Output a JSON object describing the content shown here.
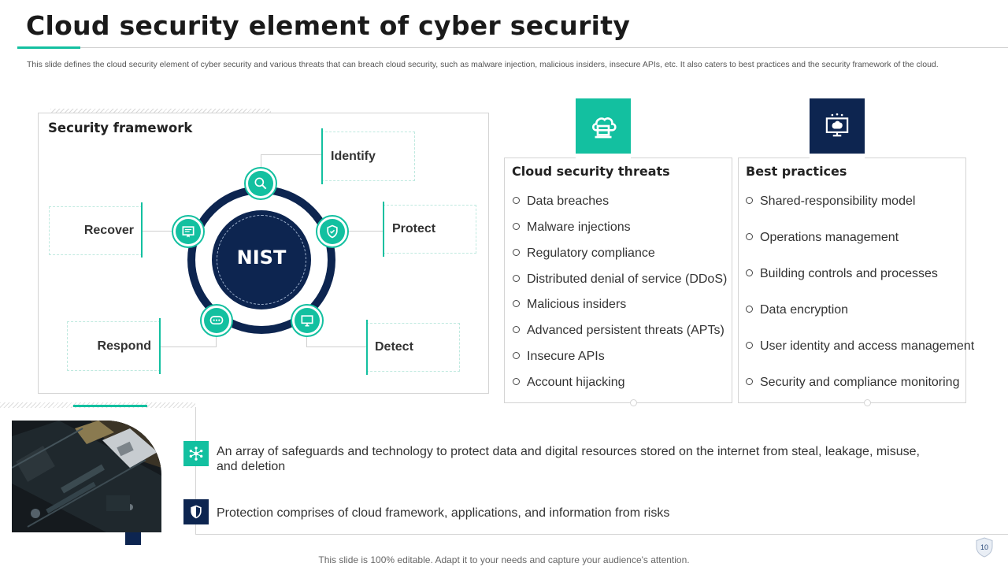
{
  "slide": {
    "title": "Cloud security element of cyber security",
    "subtitle": "This slide defines the cloud security element of cyber security and various threats that can breach cloud security, such as malware injection, malicious insiders, insecure APIs, etc. It also caters to best practices and the security framework of the cloud.",
    "footer": "This slide is 100% editable. Adapt it to your needs and capture your audience's attention.",
    "page_number": "10"
  },
  "framework": {
    "title": "Security framework",
    "center": "NIST",
    "steps": {
      "identify": "Identify",
      "protect": "Protect",
      "detect": "Detect",
      "respond": "Respond",
      "recover": "Recover"
    },
    "icons": [
      "magnifier-icon",
      "shield-icon",
      "monitor-icon",
      "chat-icon",
      "certificate-icon"
    ]
  },
  "threats": {
    "title": "Cloud security threats",
    "icon": "cloud-icon",
    "items": [
      "Data breaches",
      "Malware injections",
      "Regulatory compliance",
      "Distributed denial of service (DDoS)",
      "Malicious insiders",
      "Advanced persistent threats (APTs)",
      "Insecure APIs",
      "Account hijacking"
    ]
  },
  "practices": {
    "title": "Best practices",
    "icon": "brain-monitor-icon",
    "items": [
      "Shared-responsibility model",
      "Operations management",
      "Building controls and processes",
      "Data encryption",
      "User identity and access management",
      "Security and compliance monitoring"
    ]
  },
  "bottom": {
    "points": [
      "An array of safeguards and technology to protect data and digital resources stored on the internet from steal, leakage, misuse, and deletion",
      "Protection comprises of cloud framework, applications, and information from risks"
    ]
  },
  "colors": {
    "accent": "#13c0a0",
    "navy": "#0d2550"
  }
}
